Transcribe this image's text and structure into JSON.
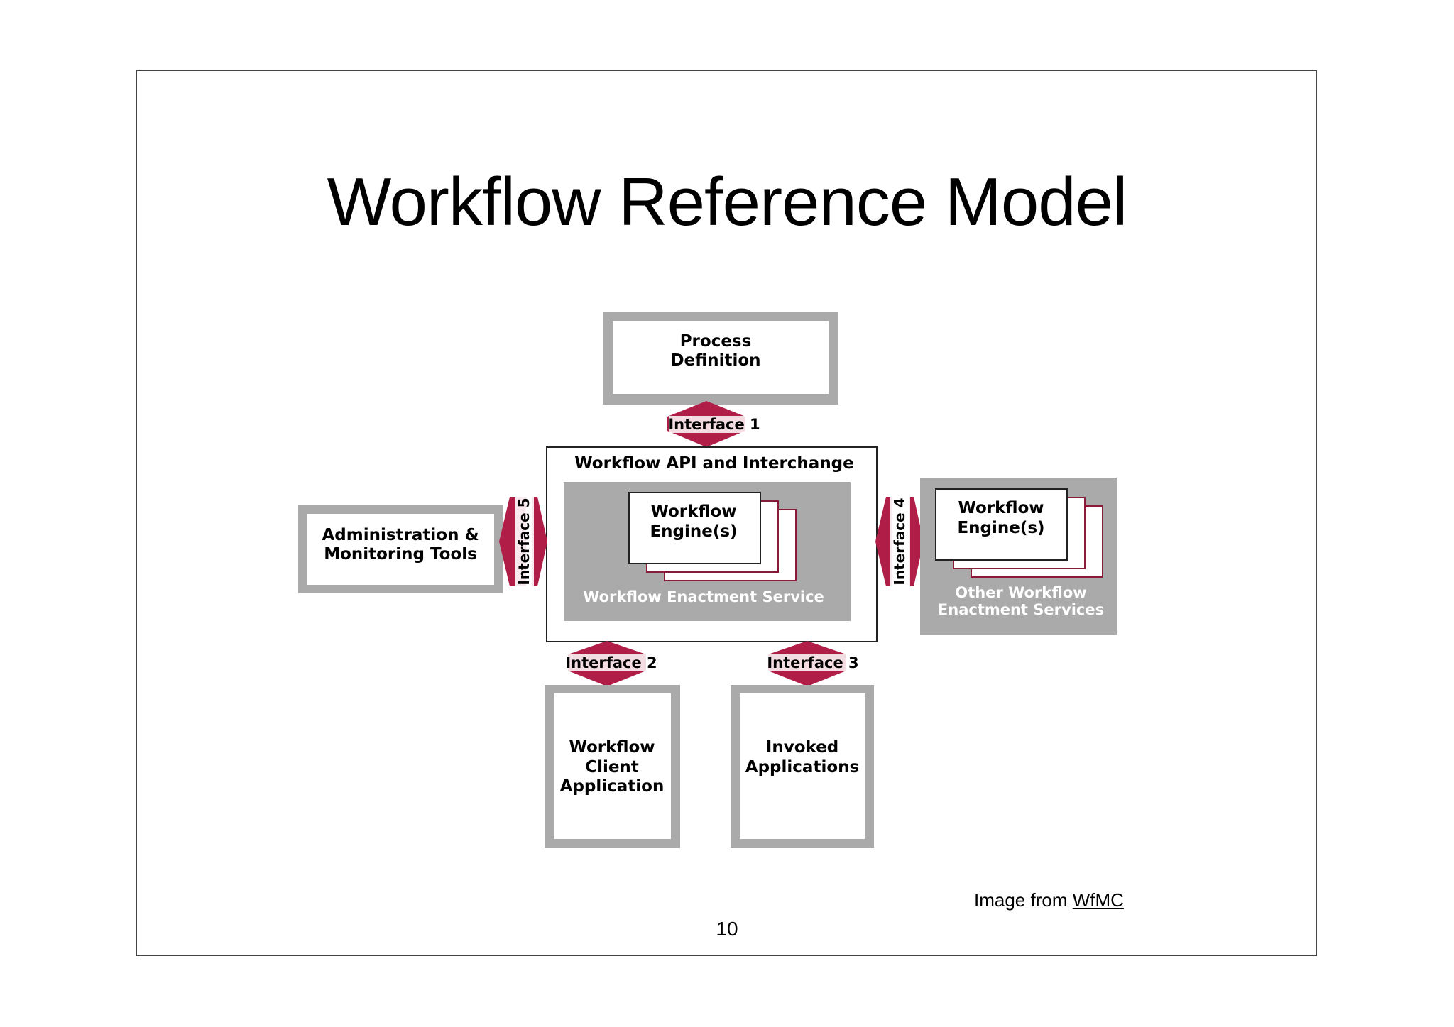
{
  "slide": {
    "title": "Workflow Reference Model",
    "page_number": "10",
    "credit_prefix": "Image from ",
    "credit_link": "WfMC"
  },
  "diagram": {
    "process_definition": [
      "Process",
      "Definition"
    ],
    "api_interchange": "Workflow API and Interchange",
    "workflow_engines": [
      "Workflow",
      "Engine(s)"
    ],
    "enactment_service": "Workflow Enactment Service",
    "other_engines": [
      "Workflow",
      "Engine(s)"
    ],
    "other_services": [
      "Other Workflow",
      "Enactment Services"
    ],
    "admin_tools": [
      "Administration &",
      "Monitoring Tools"
    ],
    "client_application": [
      "Workflow",
      "Client",
      "Application"
    ],
    "invoked_applications": [
      "Invoked",
      "Applications"
    ],
    "interfaces": {
      "i1": "Interface 1",
      "i2": "Interface 2",
      "i3": "Interface 3",
      "i4": "Interface 4",
      "i5": "Interface 5"
    }
  },
  "colors": {
    "frame_gray": "#aaaaaa",
    "interface_red": "#b01e47",
    "engine_border": "#8a1a38"
  }
}
